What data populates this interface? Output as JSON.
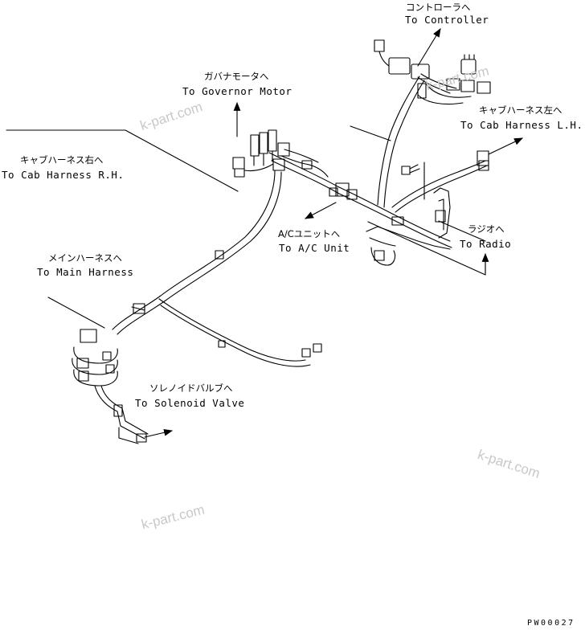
{
  "labels": {
    "controller": {
      "ja": "コントローラへ",
      "en": "To Controller"
    },
    "governor": {
      "ja": "ガバナモータへ",
      "en": "To Governor Motor"
    },
    "cab_rh": {
      "ja": "キャブハーネス右へ",
      "en": "To Cab Harness R.H."
    },
    "cab_lh": {
      "ja": "キャブハーネス左へ",
      "en": "To Cab Harness L.H."
    },
    "ac_unit": {
      "ja": "A/Cユニットへ",
      "en": "To A/C Unit"
    },
    "radio": {
      "ja": "ラジオへ",
      "en": "To Radio"
    },
    "main_harness": {
      "ja": "メインハーネスへ",
      "en": "To Main Harness"
    },
    "solenoid": {
      "ja": "ソレノイドバルブへ",
      "en": "To Solenoid Valve"
    }
  },
  "watermarks": [
    "k-part.com",
    "k-part.com",
    "k-part.com",
    "k-part.com"
  ],
  "drawing_code": "PW00027"
}
